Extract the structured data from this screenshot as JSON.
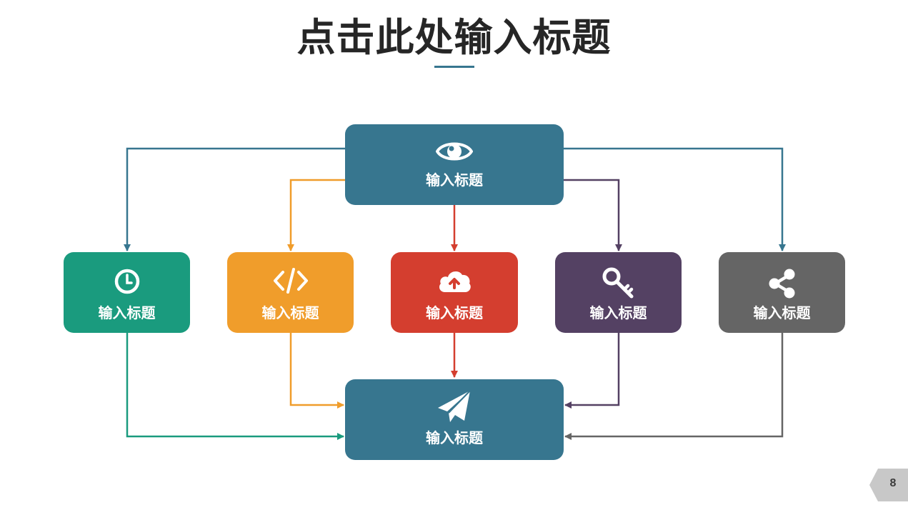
{
  "slide": {
    "title": "点击此处输入标题",
    "page_number": "8"
  },
  "colors": {
    "top": "#37768f",
    "bottom": "#37768f",
    "teal": "#1a9b7e",
    "orange": "#f09d2b",
    "red": "#d43e2f",
    "purple": "#544163",
    "gray": "#656565"
  },
  "nodes": {
    "top": {
      "label": "输入标题",
      "icon": "eye-icon"
    },
    "n1": {
      "label": "输入标题",
      "icon": "clock-icon"
    },
    "n2": {
      "label": "输入标题",
      "icon": "code-icon"
    },
    "n3": {
      "label": "输入标题",
      "icon": "cloud-upload-icon"
    },
    "n4": {
      "label": "输入标题",
      "icon": "key-icon"
    },
    "n5": {
      "label": "输入标题",
      "icon": "share-icon"
    },
    "bottom": {
      "label": "输入标题",
      "icon": "paper-plane-icon"
    }
  },
  "edges": [
    {
      "from": "top",
      "to": "n1"
    },
    {
      "from": "top",
      "to": "n2"
    },
    {
      "from": "top",
      "to": "n3"
    },
    {
      "from": "top",
      "to": "n4"
    },
    {
      "from": "top",
      "to": "n5"
    },
    {
      "from": "n1",
      "to": "bottom"
    },
    {
      "from": "n2",
      "to": "bottom"
    },
    {
      "from": "n3",
      "to": "bottom"
    },
    {
      "from": "n4",
      "to": "bottom"
    },
    {
      "from": "n5",
      "to": "bottom"
    }
  ]
}
